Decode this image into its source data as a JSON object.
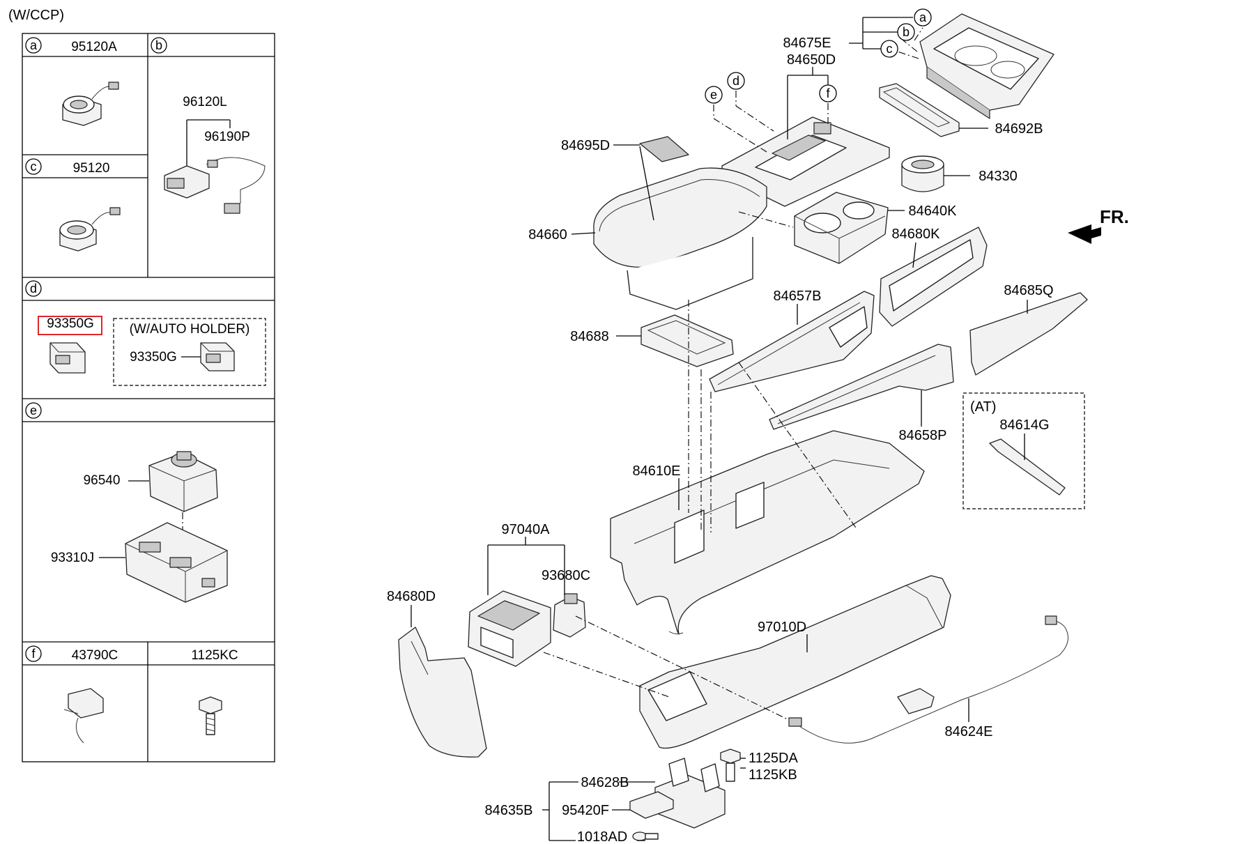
{
  "variant_label": "(W/CCP)",
  "direction_label": "FR.",
  "legend": {
    "a": {
      "letter": "a",
      "part": "95120A"
    },
    "b": {
      "letter": "b",
      "parts": [
        "96120L",
        "96190P"
      ]
    },
    "c": {
      "letter": "c",
      "part": "95120"
    },
    "d": {
      "letter": "d",
      "part": "93350G",
      "option_label": "(W/AUTO HOLDER)",
      "option_part": "93350G"
    },
    "e": {
      "letter": "e",
      "parts": [
        "96540",
        "93310J"
      ]
    },
    "f": {
      "letter": "f",
      "part": "43790C"
    },
    "g": {
      "part": "1125KC"
    }
  },
  "callout_letters": [
    "a",
    "b",
    "c",
    "d",
    "e",
    "f"
  ],
  "at_box": {
    "label": "(AT)",
    "part": "84614G"
  },
  "parts": {
    "p84675E": "84675E",
    "p84650D": "84650D",
    "p84692B": "84692B",
    "p84695D": "84695D",
    "p84330": "84330",
    "p84640K": "84640K",
    "p84660": "84660",
    "p84680K": "84680K",
    "p84685Q": "84685Q",
    "p84657B": "84657B",
    "p84688": "84688",
    "p84658P": "84658P",
    "p84610E": "84610E",
    "p97040A": "97040A",
    "p93680C": "93680C",
    "p84680D": "84680D",
    "p97010D": "97010D",
    "p84624E": "84624E",
    "p1125DA": "1125DA",
    "p1125KB": "1125KB",
    "p84628B": "84628B",
    "p84635B": "84635B",
    "p95420F": "95420F",
    "p1018AD": "1018AD"
  }
}
